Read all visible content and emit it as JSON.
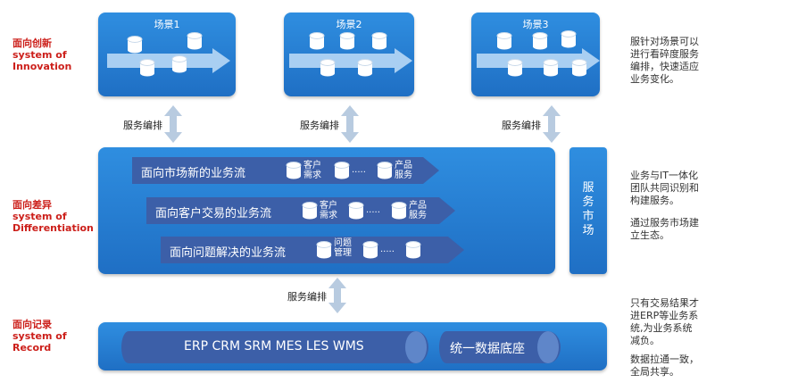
{
  "layers": {
    "innovation": {
      "cn": "面向创新",
      "en1": "system of",
      "en2": "Innovation"
    },
    "differentiation": {
      "cn": "面向差异",
      "en1": "system of",
      "en2": "Differentiation"
    },
    "record": {
      "cn": "面向记录",
      "en1": "system of",
      "en2": "Record"
    }
  },
  "scenes": [
    {
      "title": "场景1"
    },
    {
      "title": "场景2"
    },
    {
      "title": "场景3"
    }
  ],
  "orchestration_label": "服务编排",
  "flows": [
    {
      "title": "面向市场新的业务流",
      "item1": [
        "客户",
        "需求"
      ],
      "dots": ".....",
      "item2": [
        "产品",
        "服务"
      ]
    },
    {
      "title": "面向客户交易的业务流",
      "item1": [
        "客户",
        "需求"
      ],
      "dots": ".....",
      "item2": [
        "产品",
        "服务"
      ]
    },
    {
      "title": "面向问题解决的业务流",
      "item1": [
        "问题",
        "管理"
      ],
      "dots": ".....",
      "item2": [
        "",
        ""
      ]
    }
  ],
  "market": {
    "chars": [
      "服",
      "务",
      "市",
      "场"
    ]
  },
  "record": {
    "systems": "ERP CRM SRM MES LES WMS",
    "platform": "统一数据底座"
  },
  "notes": {
    "innovation": [
      "服针对场景可以",
      "进行看碎度服务",
      "编排，快速适应",
      "业务变化。"
    ],
    "differentiation": [
      "业务与IT一体化",
      "团队共同识别和",
      "构建服务。"
    ],
    "differentiation2": [
      "通过服务市场建",
      "立生态。"
    ],
    "record": [
      "只有交易结果才",
      "进ERP等业务系",
      "统,为业务系统",
      "减负。"
    ],
    "record2": [
      "数据拉通一致，",
      "全局共享。"
    ]
  },
  "colors": {
    "card": "#2478cf",
    "accent": "#cc1f1a",
    "flow": "#3c5fa8"
  }
}
